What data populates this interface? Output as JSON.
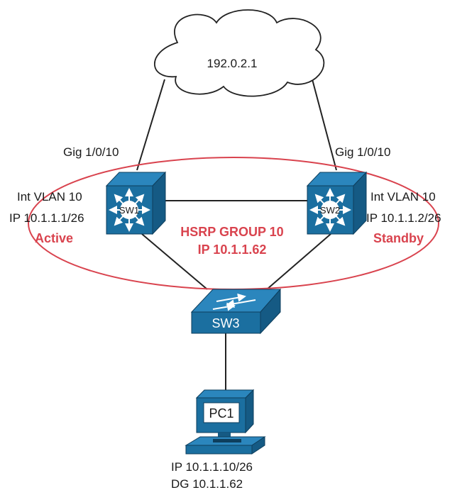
{
  "colors": {
    "device_blue": "#1b6fa0",
    "device_dark": "#155a84",
    "hsrp_red": "#d9434e",
    "line": "#222222"
  },
  "cloud": {
    "label": "192.0.2.1"
  },
  "sw1": {
    "name": "SW1",
    "uplink": "Gig 1/0/10",
    "vlan": "Int VLAN 10",
    "ip": "IP 10.1.1.1/26",
    "role": "Active"
  },
  "sw2": {
    "name": "SW2",
    "uplink": "Gig 1/0/10",
    "vlan": "Int VLAN 10",
    "ip": "IP 10.1.1.2/26",
    "role": "Standby"
  },
  "hsrp": {
    "group": "HSRP GROUP 10",
    "vip": "IP 10.1.1.62"
  },
  "sw3": {
    "name": "SW3"
  },
  "pc1": {
    "name": "PC1",
    "ip": "IP 10.1.1.10/26",
    "gateway": "DG 10.1.1.62"
  }
}
